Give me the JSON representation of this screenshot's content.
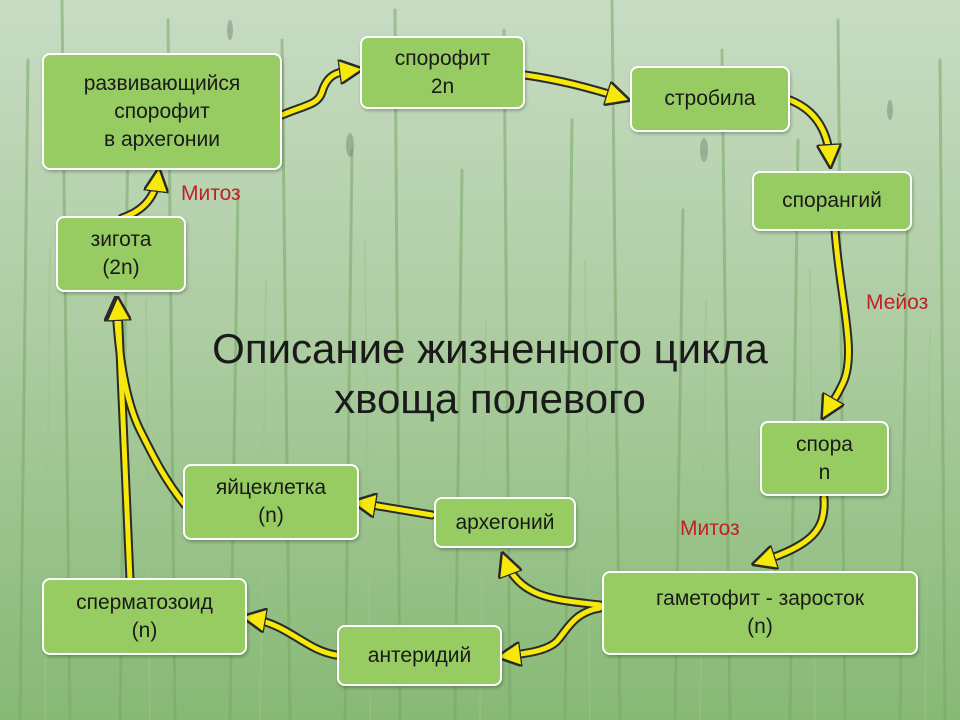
{
  "title": {
    "line1": "Описание жизненного цикла",
    "line2": "хвоща полевого"
  },
  "nodes": {
    "developing": {
      "line1": "развивающийся",
      "line2": "спорофит",
      "line3": "в архегонии"
    },
    "sporophyte": {
      "line1": "спорофит",
      "line2": "2n"
    },
    "strobile": {
      "line1": "стробила"
    },
    "sporangium": {
      "line1": "спорангий"
    },
    "spore": {
      "line1": "спора",
      "line2": "n"
    },
    "gametophyte": {
      "line1": "гаметофит - заросток",
      "line2": "(n)"
    },
    "archegonium": {
      "line1": "архегоний"
    },
    "egg": {
      "line1": "яйцеклетка",
      "line2": "(n)"
    },
    "antheridium": {
      "line1": "антеридий"
    },
    "sperm": {
      "line1": "сперматозоид",
      "line2": "(n)"
    },
    "zygote": {
      "line1": "зигота",
      "line2": "(2n)"
    }
  },
  "labels": {
    "mitosis_top": "Митоз",
    "meiosis": "Мейоз",
    "mitosis_bottom": "Митоз"
  },
  "colors": {
    "node_fill": "#96cc62",
    "arrow": "#f5e80a",
    "label_red": "#c0202a"
  }
}
